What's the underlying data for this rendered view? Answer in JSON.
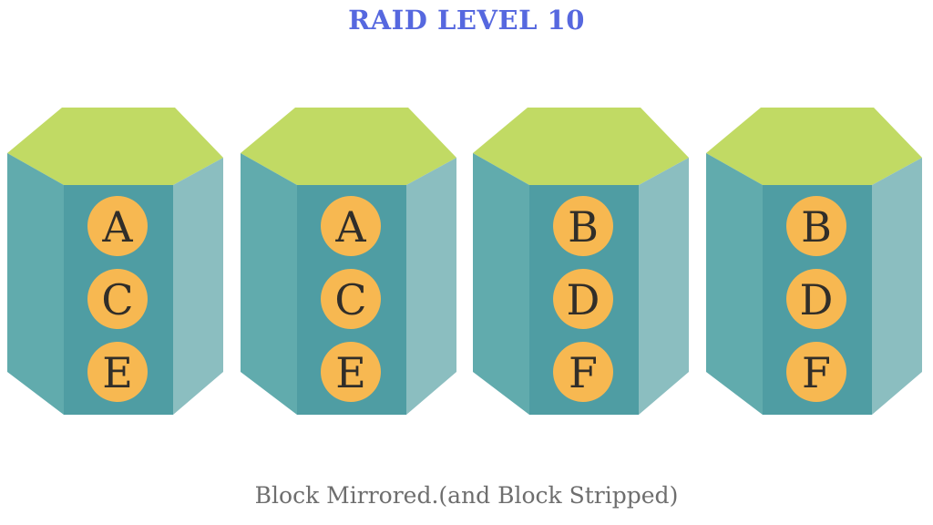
{
  "title": "RAID LEVEL 10",
  "caption": "Block Mirrored.(and Block Stripped)",
  "colors": {
    "background": "#ffffff",
    "title": "#5668df",
    "caption": "#6e6e6e",
    "top": "#c1da64",
    "left": "#61abad",
    "front": "#4f9da3",
    "right": "#8bbec0",
    "circle": "#f7b851",
    "letter": "#312e29"
  },
  "drives": [
    {
      "id": "disk-1",
      "blocks": [
        "A",
        "C",
        "E"
      ]
    },
    {
      "id": "disk-2",
      "blocks": [
        "A",
        "C",
        "E"
      ]
    },
    {
      "id": "disk-3",
      "blocks": [
        "B",
        "D",
        "F"
      ]
    },
    {
      "id": "disk-4",
      "blocks": [
        "B",
        "D",
        "F"
      ]
    }
  ]
}
